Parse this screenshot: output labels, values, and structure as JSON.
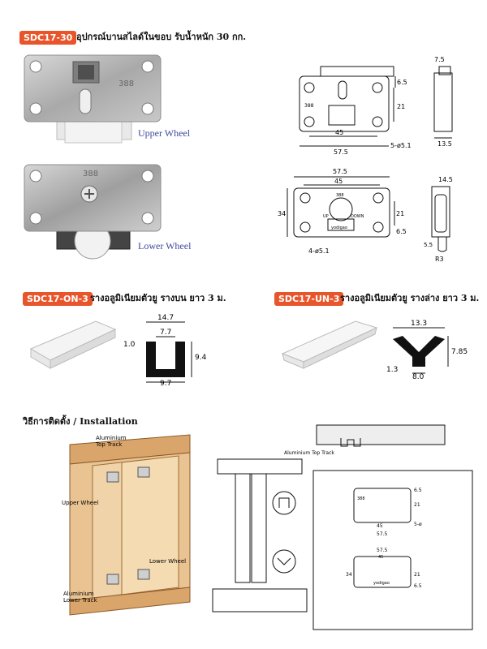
{
  "product": {
    "code": "SDC17-30",
    "title": "อุปกรณ์บานสไลด์ในขอบ รับน้ำหนัก 30 กก.",
    "upper_wheel": "Upper Wheel",
    "lower_wheel": "Lower Wheel",
    "plate_mark": "388",
    "upper_dims": {
      "d1": "7.5",
      "d2": "6.5",
      "d3": "21",
      "d4": "45",
      "d5": "57.5",
      "d6": "5-ø5.1",
      "d7": "13.5",
      "tag": "388"
    },
    "lower_dims": {
      "d1": "57.5",
      "d2": "45",
      "d3": "34",
      "d4": "21",
      "d5": "6.5",
      "d6": "4-ø5.1",
      "d7": "14.5",
      "d8": "5.5",
      "d9": "R3",
      "tag": "388",
      "up": "UP",
      "down": "DOWN",
      "brand": "yodigao"
    }
  },
  "tracks": [
    {
      "code": "SDC17-ON-3",
      "title": "รางอลูมิเนียมตัวยู รางบน ยาว 3 ม.",
      "dims": {
        "top": "14.7",
        "inner": "7.7",
        "left": "1.0",
        "right": "9.4",
        "bottom": "9.7"
      }
    },
    {
      "code": "SDC17-UN-3",
      "title": "รางอลูมิเนียมตัวยู รางล่าง ยาว 3 ม.",
      "dims": {
        "top": "13.3",
        "right": "7.85",
        "left": "1.3",
        "bottom": "8.0"
      }
    }
  ],
  "installation": {
    "title": "วิธีการติดตั้ง / Installation",
    "labels": {
      "top_track_a": "Aluminium",
      "top_track_b": "Top Track",
      "upper_wheel": "Upper Wheel",
      "lower_wheel": "Lower Wheel",
      "lower_track_a": "Aluminium",
      "lower_track_b": "Lower Track",
      "top_track_section": "Aluminium Top Track"
    },
    "mini_dims": {
      "a": "45",
      "b": "57.5",
      "c": "21",
      "d": "6.5",
      "e": "5-ø",
      "f": "57.5",
      "g": "45",
      "h": "34",
      "i": "21",
      "j": "6.5",
      "tag": "388",
      "brand": "yodigao"
    }
  }
}
